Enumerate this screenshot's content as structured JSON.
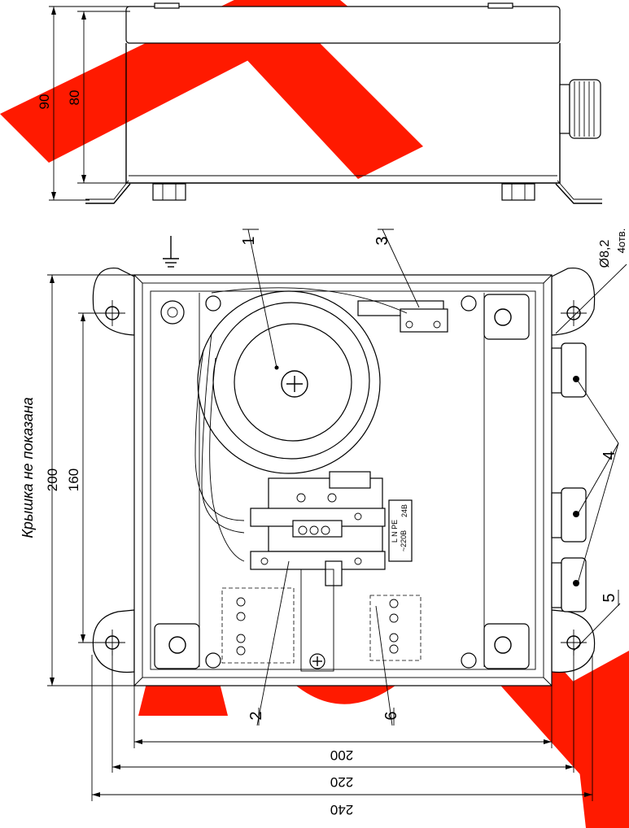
{
  "colors": {
    "watermark": "#FF1A00",
    "ink": "#000000",
    "paper": "#FFFFFF"
  },
  "dimensions": {
    "side_height_outer": "90",
    "side_height_inner": "80",
    "plan_height": "200",
    "mount_spacing_vertical": "160",
    "width_inner": "200",
    "width_mount": "220",
    "width_outer": "240",
    "hole_diameter": "Ø8,2",
    "hole_count": "4отв."
  },
  "note": "Крышка не показана",
  "callouts": [
    "1",
    "2",
    "3",
    "4",
    "5",
    "6"
  ],
  "terminal_label": {
    "top": "L N PE",
    "bottom": "~220В",
    "right": "24В"
  },
  "icons": [
    "ground-icon",
    "screw-icon",
    "watermark-shape"
  ]
}
